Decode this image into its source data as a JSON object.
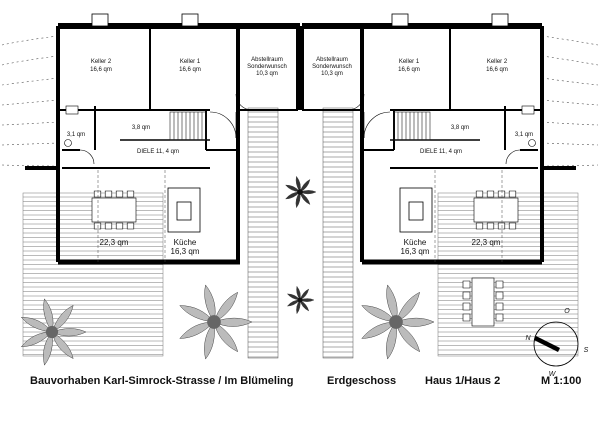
{
  "rooms_house1": {
    "keller2": {
      "name": "Keller 2",
      "area": "16,6 qm"
    },
    "keller1": {
      "name": "Keller 1",
      "area": "16,6 qm"
    },
    "abstell": {
      "name": "Abstellraum",
      "sub": "Sonderwunsch",
      "area": "10,3 qm"
    },
    "wc": "3,1 qm",
    "corridor": "3,8 qm",
    "diele": "DIELE 11, 4 qm",
    "wohnen": "22,3 qm",
    "kueche": {
      "name": "Küche",
      "area": "16,3 qm"
    }
  },
  "rooms_house2": {
    "abstell": {
      "name": "Abstellraum",
      "sub": "Sonderwunsch",
      "area": "10,3 qm"
    },
    "keller1": {
      "name": "Keller 1",
      "area": "16,6 qm"
    },
    "keller2": {
      "name": "Keller 2",
      "area": "16,6 qm"
    },
    "corridor": "3,8 qm",
    "wc": "3,1 qm",
    "diele": "DIELE 11, 4 qm",
    "kueche": {
      "name": "Küche",
      "area": "16,3 qm"
    },
    "wohnen": "22,3 qm"
  },
  "compass": {
    "n": "N",
    "o": "O",
    "s": "S",
    "w": "W"
  },
  "footer": {
    "project": "Bauvorhaben Karl-Simrock-Strasse / Im Blümeling",
    "floor": "Erdgeschoss",
    "houses": "Haus 1/Haus 2",
    "scale": "M 1:100"
  }
}
